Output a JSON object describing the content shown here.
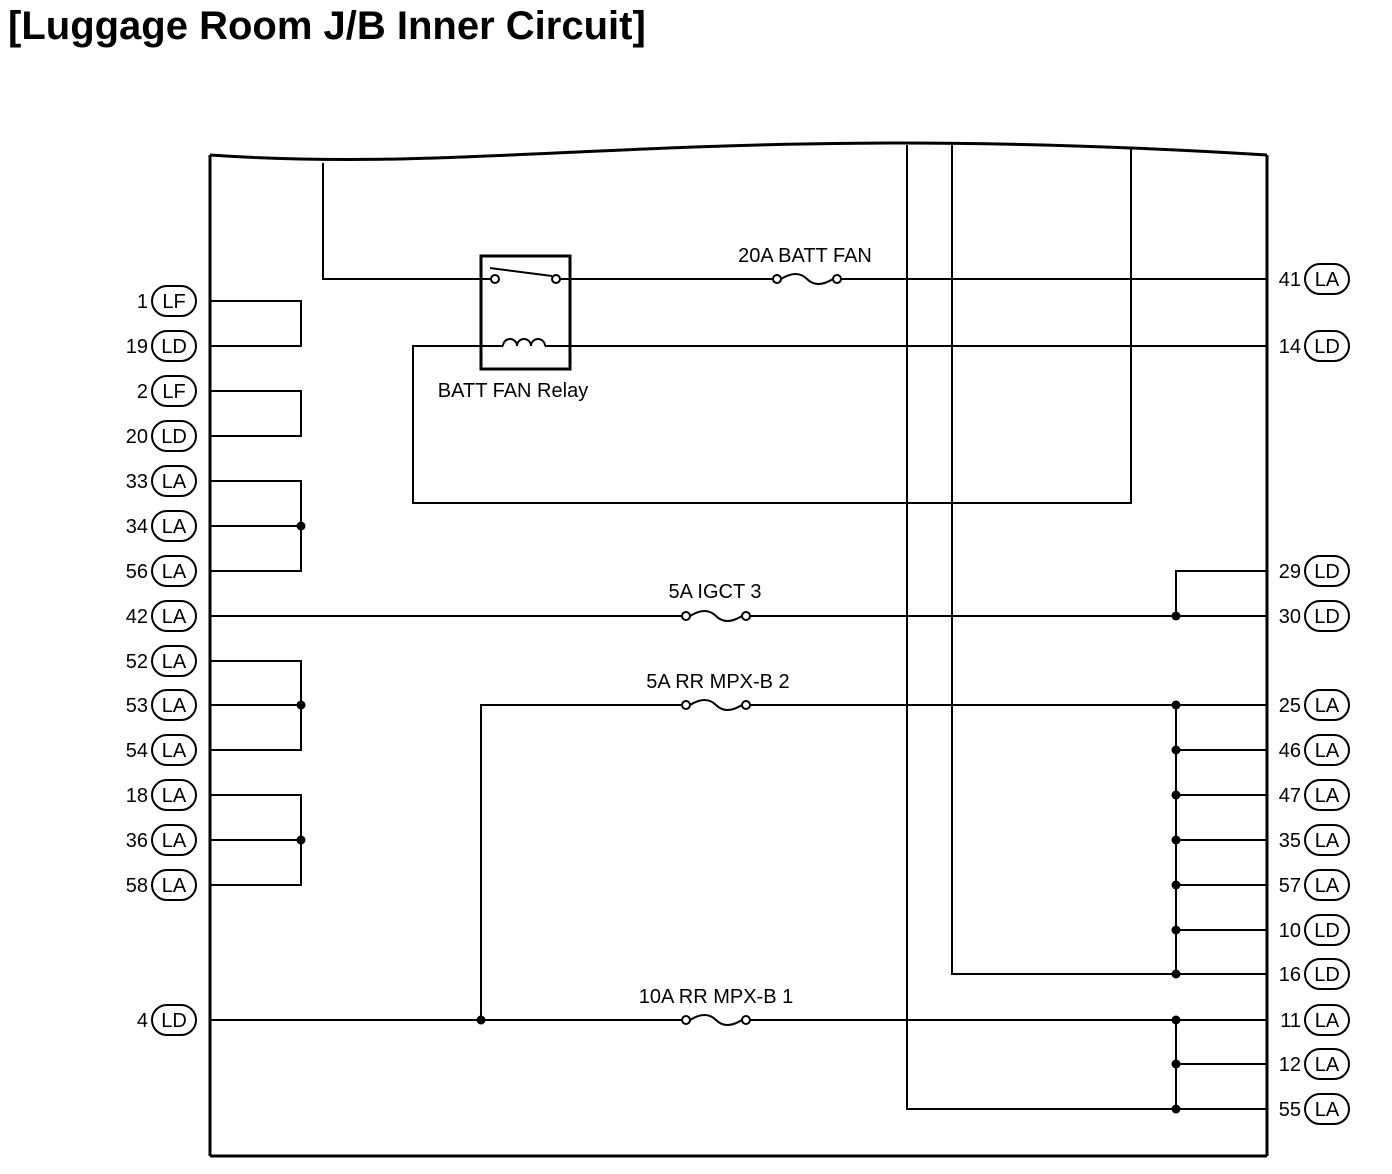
{
  "title": "[Luggage Room J/B Inner Circuit]",
  "components": {
    "fuse_batt_fan": "20A BATT FAN",
    "fuse_igct3": "5A IGCT 3",
    "fuse_rr_mpxb2": "5A RR MPX-B 2",
    "fuse_rr_mpxb1": "10A RR MPX-B 1",
    "relay": "BATT FAN Relay"
  },
  "left_pins": [
    {
      "num": "1",
      "conn": "LF"
    },
    {
      "num": "19",
      "conn": "LD"
    },
    {
      "num": "2",
      "conn": "LF"
    },
    {
      "num": "20",
      "conn": "LD"
    },
    {
      "num": "33",
      "conn": "LA"
    },
    {
      "num": "34",
      "conn": "LA"
    },
    {
      "num": "56",
      "conn": "LA"
    },
    {
      "num": "42",
      "conn": "LA"
    },
    {
      "num": "52",
      "conn": "LA"
    },
    {
      "num": "53",
      "conn": "LA"
    },
    {
      "num": "54",
      "conn": "LA"
    },
    {
      "num": "18",
      "conn": "LA"
    },
    {
      "num": "36",
      "conn": "LA"
    },
    {
      "num": "58",
      "conn": "LA"
    },
    {
      "num": "4",
      "conn": "LD"
    }
  ],
  "right_pins": [
    {
      "num": "41",
      "conn": "LA"
    },
    {
      "num": "14",
      "conn": "LD"
    },
    {
      "num": "29",
      "conn": "LD"
    },
    {
      "num": "30",
      "conn": "LD"
    },
    {
      "num": "25",
      "conn": "LA"
    },
    {
      "num": "46",
      "conn": "LA"
    },
    {
      "num": "47",
      "conn": "LA"
    },
    {
      "num": "35",
      "conn": "LA"
    },
    {
      "num": "57",
      "conn": "LA"
    },
    {
      "num": "10",
      "conn": "LD"
    },
    {
      "num": "16",
      "conn": "LD"
    },
    {
      "num": "11",
      "conn": "LA"
    },
    {
      "num": "12",
      "conn": "LA"
    },
    {
      "num": "55",
      "conn": "LA"
    }
  ]
}
